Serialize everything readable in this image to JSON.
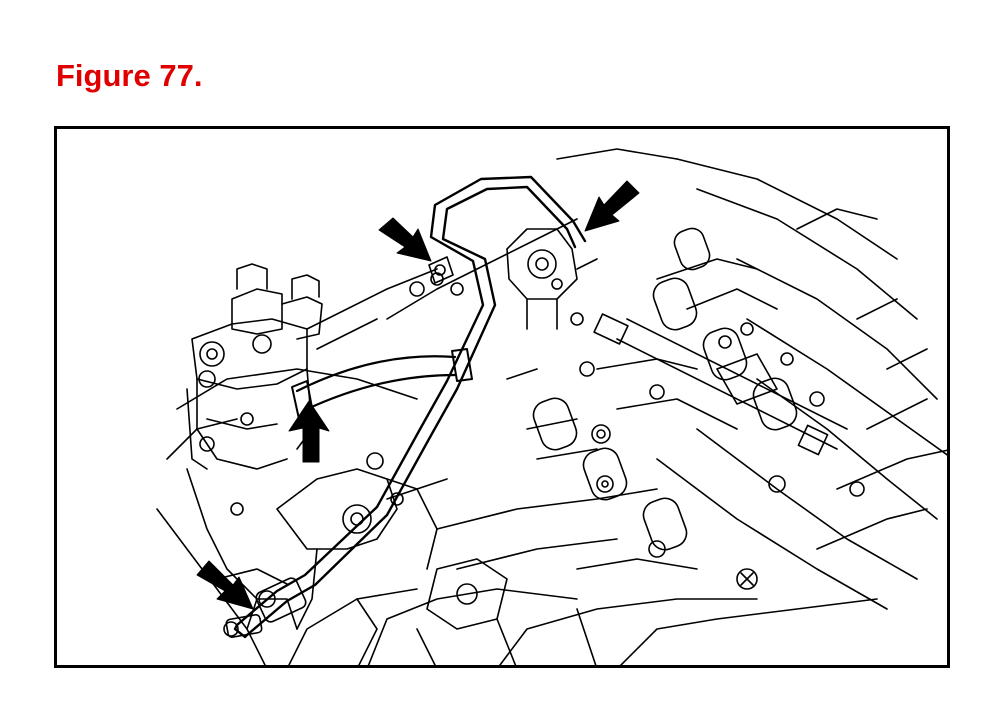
{
  "figure": {
    "title": "Figure 77.",
    "title_color": "#e00000"
  },
  "illustration": {
    "subject_icon": "engine-line-drawing",
    "arrow_icon": "callout-arrow",
    "callout_count": 4
  }
}
